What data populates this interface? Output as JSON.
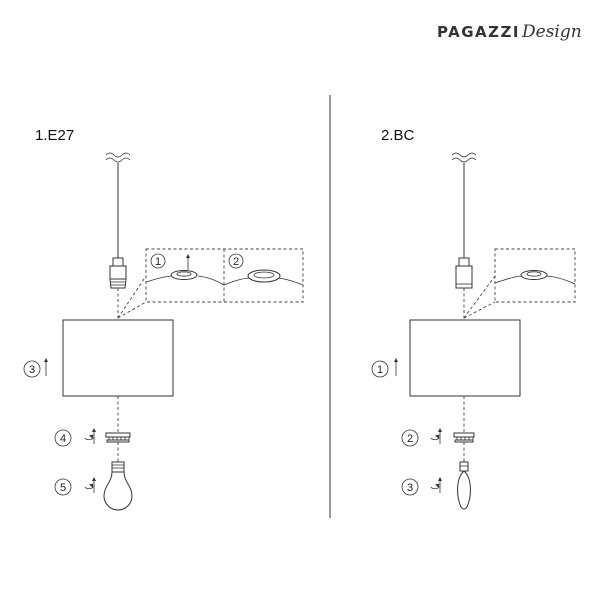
{
  "brand": {
    "name_main": "PAGAZZI",
    "name_script": "Design"
  },
  "sections": [
    {
      "title": "1.E27",
      "detail_steps": [
        "1",
        "2"
      ],
      "steps": [
        {
          "num": "3",
          "icon": "arrow-up-icon"
        },
        {
          "num": "4",
          "icon": "rotate-arrow-icon"
        },
        {
          "num": "5",
          "icon": "rotate-arrow-icon"
        }
      ],
      "bulb": "standard-bulb"
    },
    {
      "title": "2.BC",
      "detail_steps": [],
      "steps": [
        {
          "num": "1",
          "icon": "arrow-up-icon"
        },
        {
          "num": "2",
          "icon": "rotate-arrow-icon"
        },
        {
          "num": "3",
          "icon": "rotate-arrow-icon"
        }
      ],
      "bulb": "candle-bulb"
    }
  ]
}
